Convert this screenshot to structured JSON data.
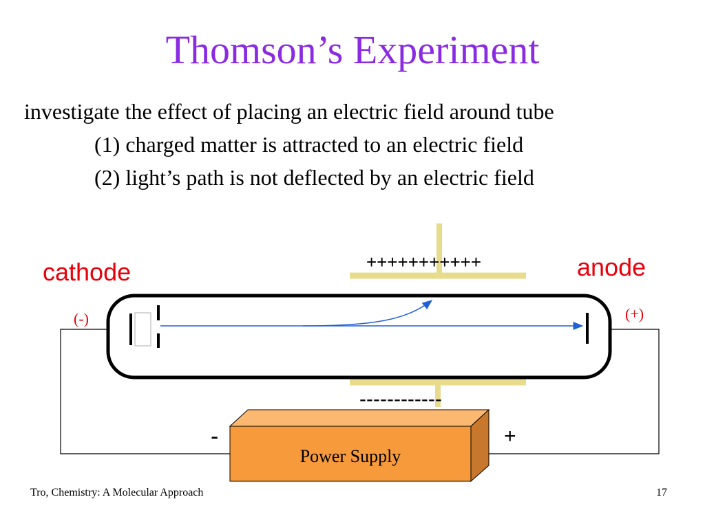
{
  "slide": {
    "title": "Thomson’s Experiment",
    "lines": [
      "investigate the effect of placing an electric field around tube",
      "(1) charged matter is attracted to an electric field",
      "(2) light’s path is not deflected by an electric field"
    ],
    "footer_left": "Tro, Chemistry: A Molecular Approach",
    "page_number": "17"
  },
  "diagram": {
    "cathode_label": "cathode",
    "anode_label": "anode",
    "cathode_sign": "(-)",
    "anode_sign": "(+)",
    "top_plate_charges": "+++++++++++",
    "bottom_plate_charges": "------------",
    "power_supply_label": "Power Supply",
    "supply_negative": "-",
    "supply_positive": "+"
  },
  "colors": {
    "title": "#8a2be2",
    "labels": "#e8000b",
    "plates": "#e8dc8c",
    "beam": "#1f5fd6",
    "supply_front": "#f79a3c",
    "supply_top": "#fbb870",
    "supply_side": "#c8782c"
  }
}
